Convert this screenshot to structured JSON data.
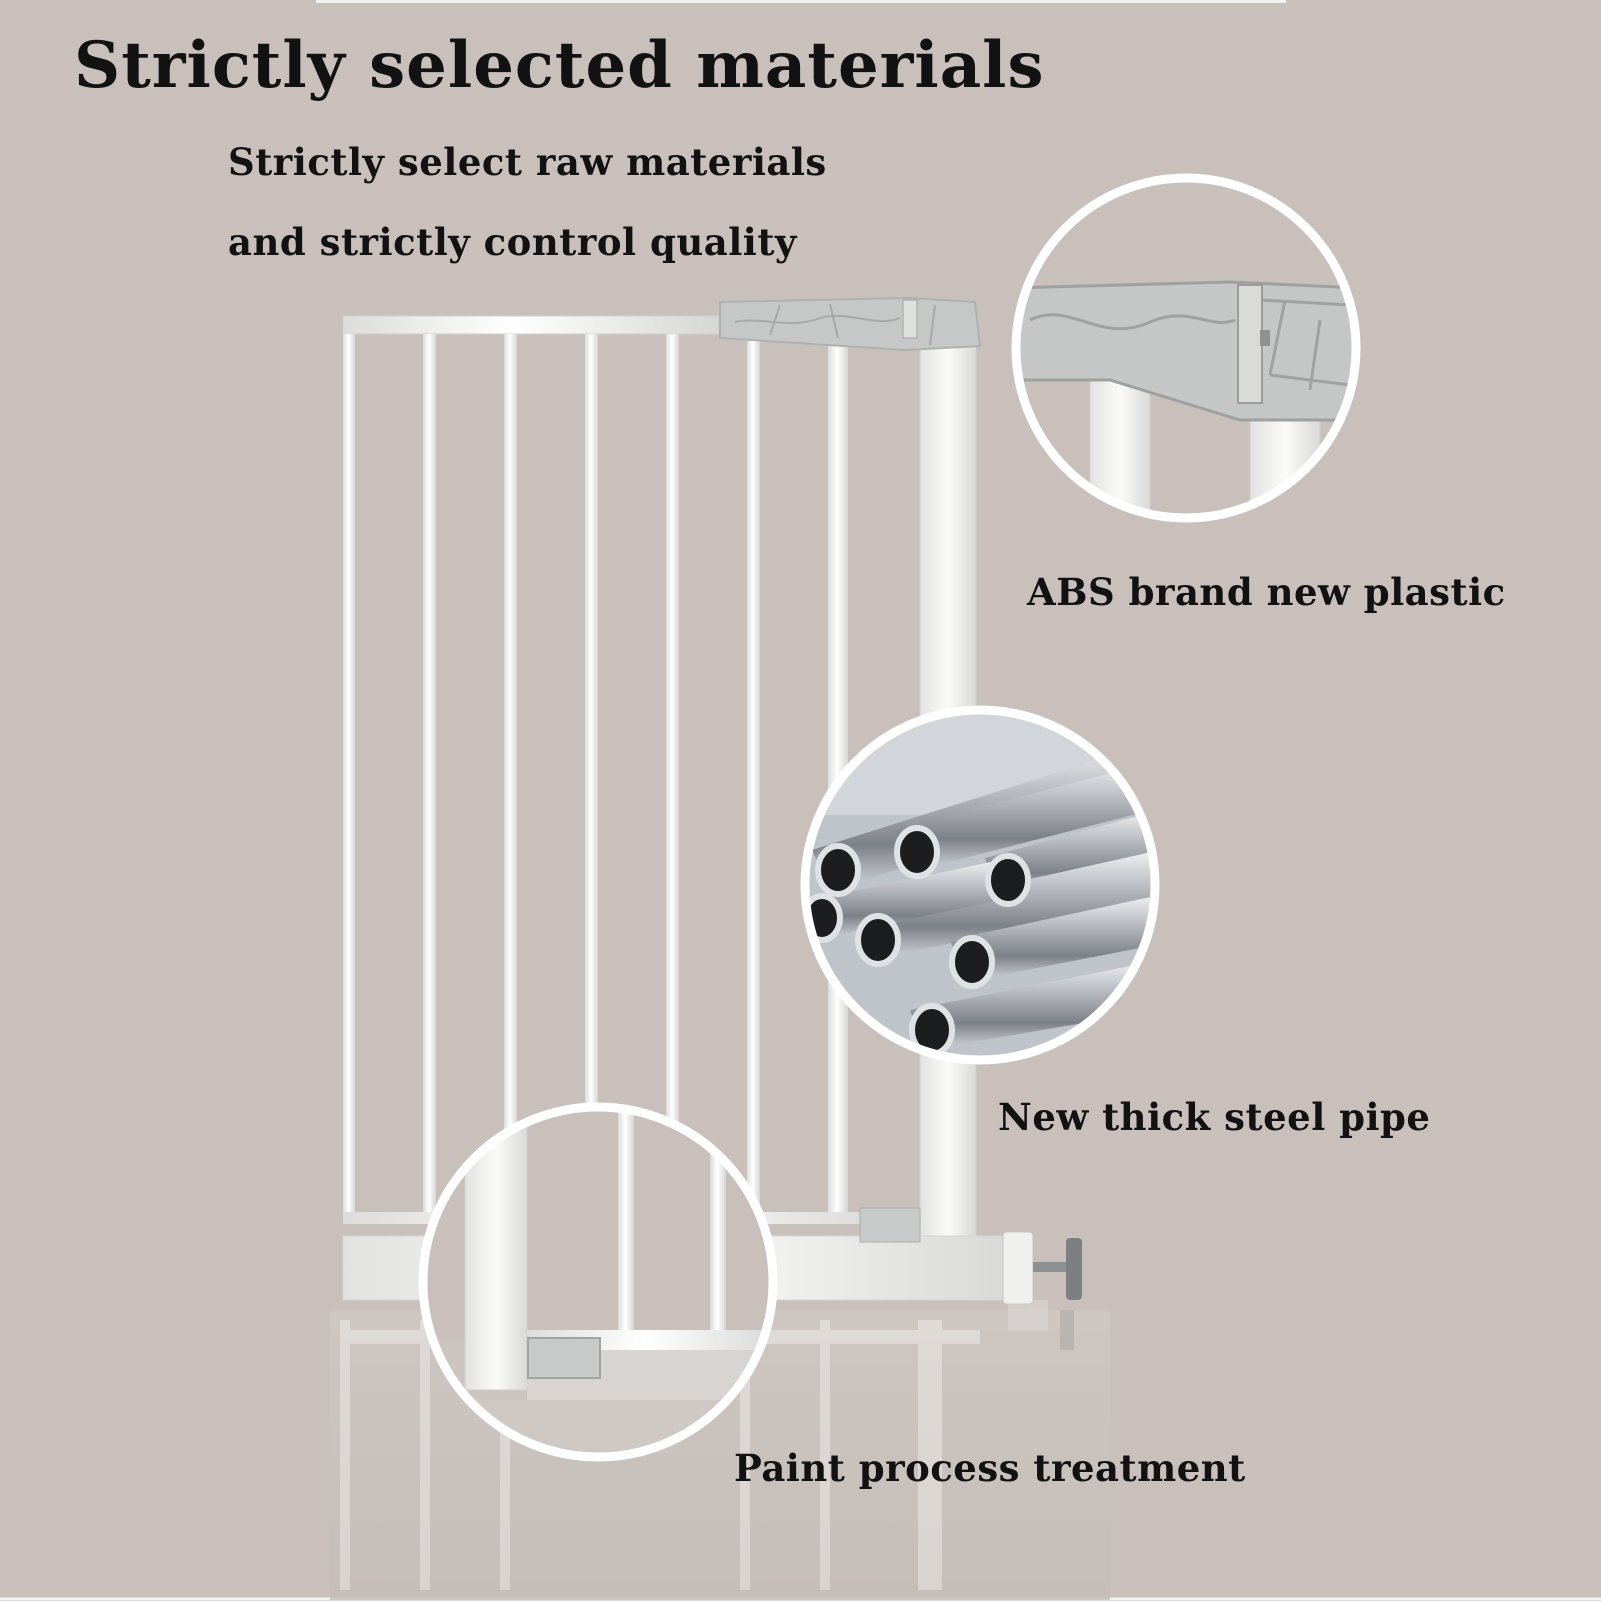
{
  "headline": "Strictly selected materials",
  "subheadline": {
    "line1": "Strictly select raw materials",
    "line2": "and strictly control quality"
  },
  "callouts": {
    "plastic": "ABS brand new plastic",
    "steel": "New thick steel pipe",
    "paint": "Paint process treatment"
  },
  "colors": {
    "background": "#c9c0bb",
    "gate": "#f4f4f2",
    "plastic_part": "#c3c6c4",
    "text": "#121212"
  }
}
